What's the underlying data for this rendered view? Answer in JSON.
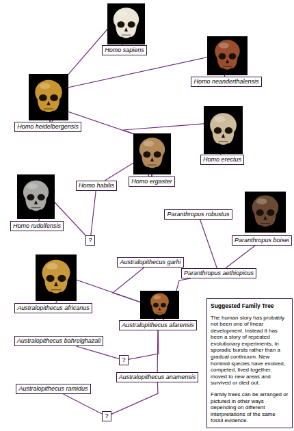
{
  "diagram": {
    "nodes": [
      {
        "text": [
          "Homo sapiens"
        ]
      },
      {
        "text": [
          "Homo neanderthalensis"
        ]
      },
      {
        "text": [
          "Homo heidelbergensis"
        ]
      },
      {
        "text": [
          "Homo erectus"
        ]
      },
      {
        "text": [
          "Homo ergaster"
        ]
      },
      {
        "text": [
          "Homo habilis"
        ]
      },
      {
        "text": [
          "Homo rudolfensis"
        ]
      },
      {
        "text": [
          "?"
        ]
      },
      {
        "text": [
          "Paranthropus robustus"
        ]
      },
      {
        "text": [
          "Paranthropus boisei"
        ]
      },
      {
        "text": [
          "Australopithecus garhi"
        ]
      },
      {
        "text": [
          "Paranthropus aethiopicus"
        ]
      },
      {
        "text": [
          "Australopithecus africanus"
        ]
      },
      {
        "text": [
          "Australopithecus afarensis"
        ]
      },
      {
        "text": [
          "Suggested Family Tree",
          "The human story has probably not been one of linear development. Instead it has been a story of repeated evolutionary experiments, in sporadic bursts rather than a gradual continuum. New hominid species have evolved, competed, lived together, moved to new areas and survived or died out.",
          "Family trees can be arranged or pictured in other ways depending on different interpretations of the same fossil evidence."
        ]
      },
      {
        "text": [
          "Australopithecus bahrelghazali"
        ]
      },
      {
        "text": [
          "?"
        ]
      },
      {
        "text": [
          "Australopithecus anamensis"
        ]
      },
      {
        "text": [
          "Australopithecus ramidus"
        ]
      },
      {
        "text": [
          "?"
        ]
      }
    ],
    "edges": [
      {
        "from": 0,
        "to": 2,
        "arrow": "none"
      },
      {
        "from": 1,
        "to": 2,
        "arrow": "none"
      },
      {
        "from": 2,
        "to": 4,
        "arrow": "none"
      },
      {
        "from": 3,
        "to": 4,
        "arrow": "none"
      },
      {
        "from": 4,
        "to": 5,
        "arrow": "none"
      },
      {
        "from": 5,
        "to": 7,
        "arrow": "none"
      },
      {
        "from": 6,
        "to": 7,
        "arrow": "none"
      },
      {
        "from": 8,
        "to": 11,
        "arrow": "none"
      },
      {
        "from": 9,
        "to": 11,
        "arrow": "none"
      },
      {
        "from": 10,
        "to": 13,
        "arrow": "none"
      },
      {
        "from": 12,
        "to": 13,
        "arrow": "none"
      },
      {
        "from": 11,
        "to": 13,
        "arrow": "none"
      },
      {
        "from": 13,
        "to": 16,
        "arrow": "none"
      },
      {
        "from": 15,
        "to": 16,
        "arrow": "none"
      },
      {
        "from": 13,
        "to": 17,
        "arrow": "none"
      },
      {
        "from": 17,
        "to": 19,
        "arrow": "none"
      },
      {
        "from": 18,
        "to": 19,
        "arrow": "none"
      }
    ]
  }
}
